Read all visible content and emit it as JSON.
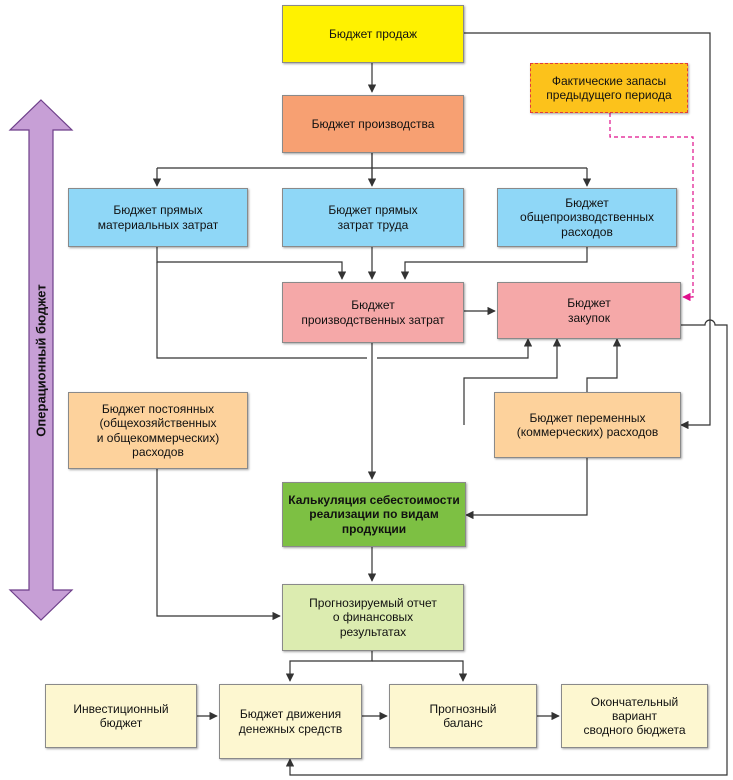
{
  "side_label": "Операционный бюджет",
  "colors": {
    "line": "#333333",
    "dashed_link": "#e0108c",
    "side_arrow_fill": "#c79fd6",
    "side_arrow_stroke": "#6e3f8a"
  },
  "boxes": {
    "sales_budget": "Бюджет продаж",
    "actual_inventory": "Фактические запасы\nпредыдущего периода",
    "production_budget": "Бюджет производства",
    "direct_materials_budget": "Бюджет прямых\nматериальных затрат",
    "direct_labor_budget": "Бюджет прямых\nзатрат труда",
    "overhead_budget": "Бюджет\nобщепроизводственных\nрасходов",
    "production_costs_budget": "Бюджет\nпроизводственных затрат",
    "purchases_budget": "Бюджет\nзакупок",
    "fixed_expenses_budget": "Бюджет постоянных\n(общехозяйственных\nи общекоммерческих)\nрасходов",
    "variable_expenses_budget": "Бюджет переменных\n(коммерческих) расходов",
    "cost_calculation": "Калькуляция себестоимости\nреализации по видам\nпродукции",
    "forecast_pl": "Прогнозируемый отчет\nо финансовых\nрезультатах",
    "investment_budget": "Инвестиционный\nбюджет",
    "cash_flow_budget": "Бюджет движения\nденежных средств",
    "forecast_balance": "Прогнозный\nбаланс",
    "final_budget": "Окончательный\nвариант\nсводного бюджета"
  }
}
